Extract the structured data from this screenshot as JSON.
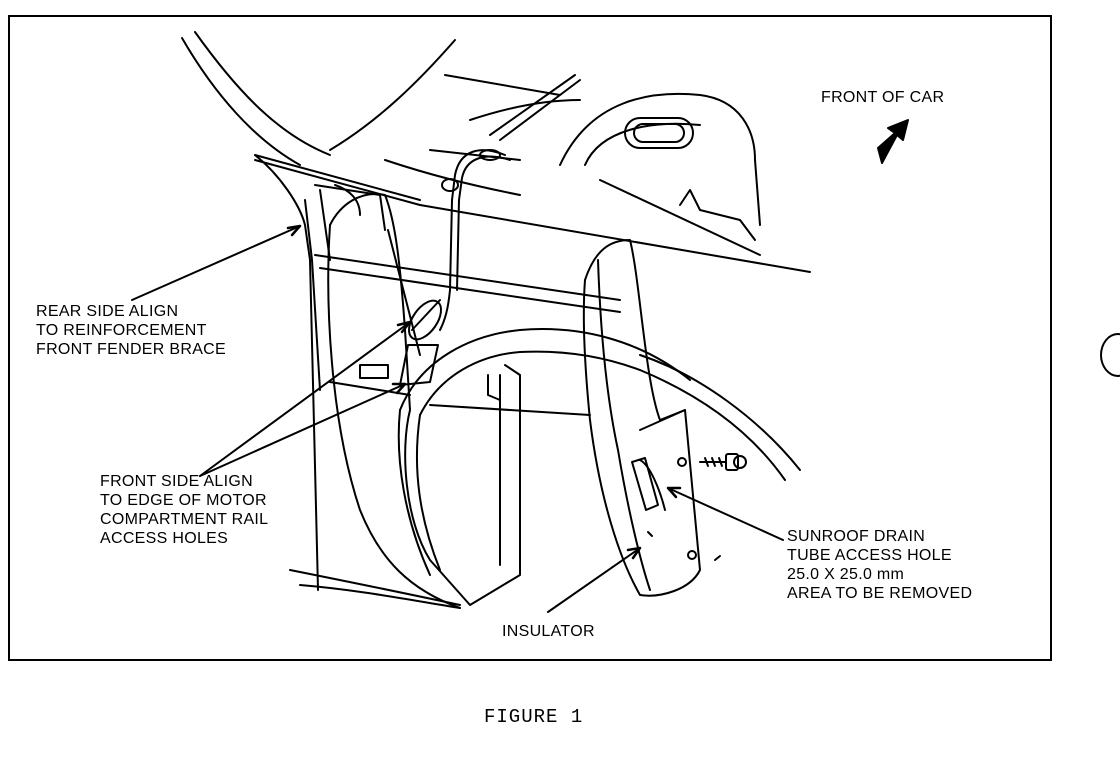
{
  "labels": {
    "front_of_car": "FRONT OF CAR",
    "rear_side": [
      "REAR SIDE ALIGN",
      "TO REINFORCEMENT",
      "FRONT FENDER BRACE"
    ],
    "front_side": [
      "FRONT SIDE ALIGN",
      "TO EDGE OF MOTOR",
      "COMPARTMENT RAIL",
      "ACCESS HOLES"
    ],
    "sunroof": [
      "SUNROOF DRAIN",
      "TUBE ACCESS HOLE",
      "25.0 X 25.0 mm",
      "AREA TO BE REMOVED"
    ],
    "insulator": "INSULATOR"
  },
  "caption": "FIGURE 1"
}
